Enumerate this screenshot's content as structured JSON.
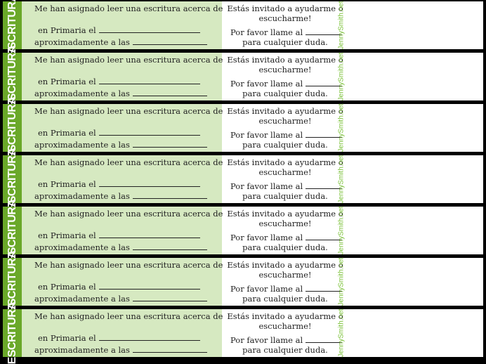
{
  "strips": [
    {
      "tab": "ESCRITURA",
      "line1": "Me han asignado leer una escritura acerca de",
      "line2": "en Primaria el",
      "line3": "aproximadamente a las",
      "right1": "Estás invitado a ayudarme o",
      "right2": "escucharme!",
      "right3": "Por favor llame al",
      "right4": "para cualquier duda.",
      "site": "JennySmith.net"
    },
    {
      "tab": "ESCRITURA",
      "line1": "Me han asignado leer una escritura acerca de",
      "line2": "en Primaria el",
      "line3": "aproximadamente a las",
      "right1": "Estás invitado a ayudarme o",
      "right2": "escucharme!",
      "right3": "Por favor llame al",
      "right4": "para cualquier duda.",
      "site": "JennySmith.net"
    },
    {
      "tab": "ESCRITURA",
      "line1": "Me han asignado leer una escritura acerca de",
      "line2": "en Primaria el",
      "line3": "aproximadamente a las",
      "right1": "Estás invitado a ayudarme o",
      "right2": "escucharme!",
      "right3": "Por favor llame al",
      "right4": "para cualquier duda.",
      "site": "JennySmith.net"
    },
    {
      "tab": "ESCRITURA",
      "line1": "Me han asignado leer una escritura acerca de",
      "line2": "en Primaria el",
      "line3": "aproximadamente a las",
      "right1": "Estás invitado a ayudarme o",
      "right2": "escucharme!",
      "right3": "Por favor llame al",
      "right4": "para cualquier duda.",
      "site": "JennySmith.net"
    },
    {
      "tab": "ESCRITURA",
      "line1": "Me han asignado leer una escritura acerca de",
      "line2": "en Primaria el",
      "line3": "aproximadamente a las",
      "right1": "Estás invitado a ayudarme o",
      "right2": "escucharme!",
      "right3": "Por favor llame al",
      "right4": "para cualquier duda.",
      "site": "JennySmith.net"
    },
    {
      "tab": "ESCRITURA",
      "line1": "Me han asignado leer una escritura acerca de",
      "line2": "en Primaria el",
      "line3": "aproximadamente a las",
      "right1": "Estás invitado a ayudarme o",
      "right2": "escucharme!",
      "right3": "Por favor llame al",
      "right4": "para cualquier duda.",
      "site": "JennySmith.net"
    },
    {
      "tab": "ESCRITURA",
      "line1": "Me han asignado leer una escritura acerca de",
      "line2": "en Primaria el",
      "line3": "aproximadamente a las",
      "right1": "Estás invitado a ayudarme o",
      "right2": "escucharme!",
      "right3": "Por favor llame al",
      "right4": "para cualquier duda.",
      "site": "JennySmith.net"
    }
  ],
  "colors": {
    "tab": "#6aa829",
    "panel": "#d6e9c1",
    "site": "#7cc23a"
  }
}
